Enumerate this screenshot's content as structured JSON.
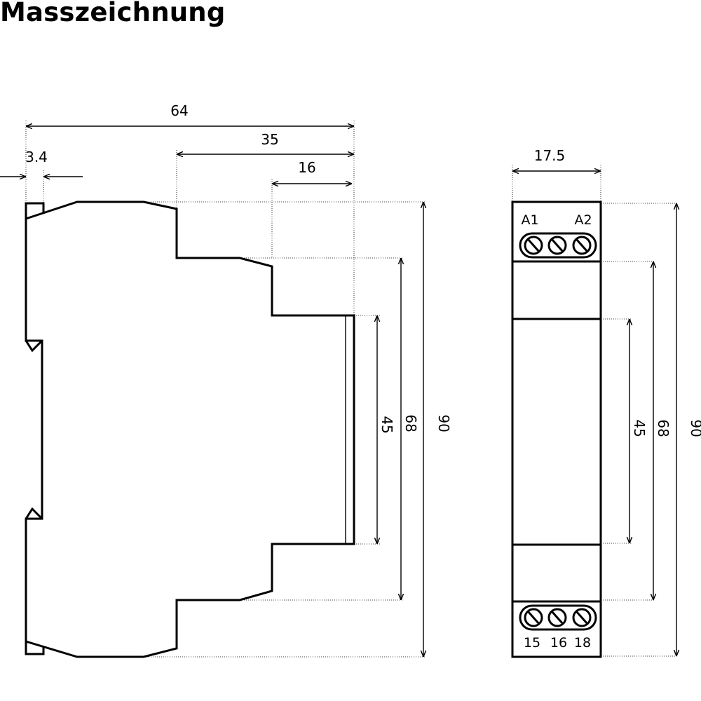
{
  "page": {
    "title": "Masszeichnung"
  },
  "side_view": {
    "dimensions": {
      "width_total": "64",
      "width_mid": "35",
      "width_front": "16",
      "clip_offset": "3.4",
      "height_front": "45",
      "height_mid": "68",
      "height_total": "90"
    }
  },
  "front_view": {
    "dimensions": {
      "width": "17.5",
      "height_front": "45",
      "height_mid": "68",
      "height_total": "90"
    },
    "terminals": {
      "top": [
        "A1",
        "A2"
      ],
      "bottom": [
        "15",
        "16",
        "18"
      ]
    }
  },
  "colors": {
    "line": "#000000",
    "background": "#ffffff"
  }
}
